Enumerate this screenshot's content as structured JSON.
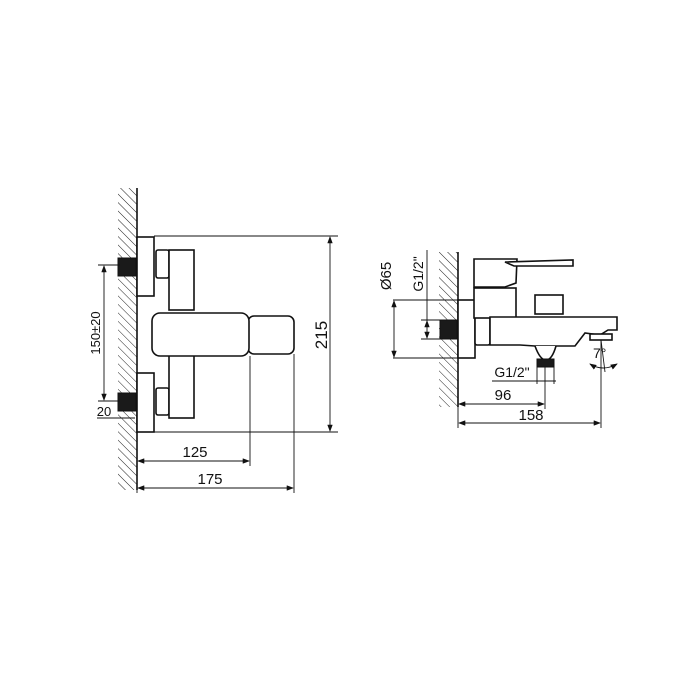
{
  "drawing": {
    "front_view": {
      "dim_height": "215",
      "dim_pipe_spacing": "150±20",
      "dim_pipe_offset": "20",
      "dim_body_depth": "125",
      "dim_total_depth": "175"
    },
    "side_view": {
      "dim_flange_diameter": "Ø65",
      "dim_inlet_thread": "G1/2\"",
      "dim_outlet_thread": "G1/2\"",
      "dim_outlet_distance": "96",
      "dim_spout_length": "158",
      "dim_spout_angle": "7°"
    },
    "line_color": "#111111"
  }
}
